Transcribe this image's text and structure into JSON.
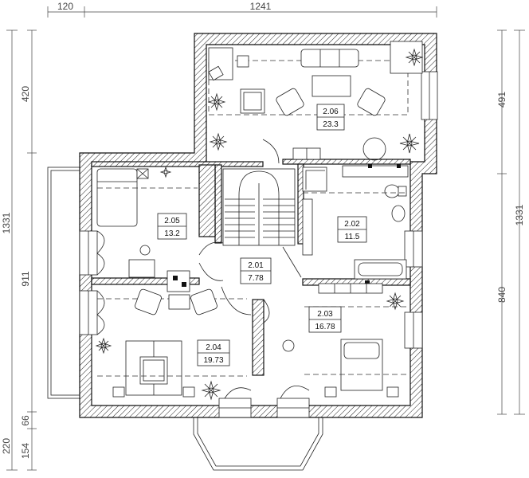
{
  "dimensions": {
    "top_left": "120",
    "top_main": "1241",
    "left_total": "1331",
    "left_upper": "420",
    "left_lower": "911",
    "bottom_66": "66",
    "bottom_154": "154",
    "bottom_220": "220",
    "right_total": "1331",
    "right_upper": "491",
    "right_lower": "840"
  },
  "rooms": [
    {
      "id": "2.06",
      "area": "23.3"
    },
    {
      "id": "2.05",
      "area": "13.2"
    },
    {
      "id": "2.02",
      "area": "11.5"
    },
    {
      "id": "2.01",
      "area": "7.78"
    },
    {
      "id": "2.03",
      "area": "16.78"
    },
    {
      "id": "2.04",
      "area": "19.73"
    }
  ]
}
